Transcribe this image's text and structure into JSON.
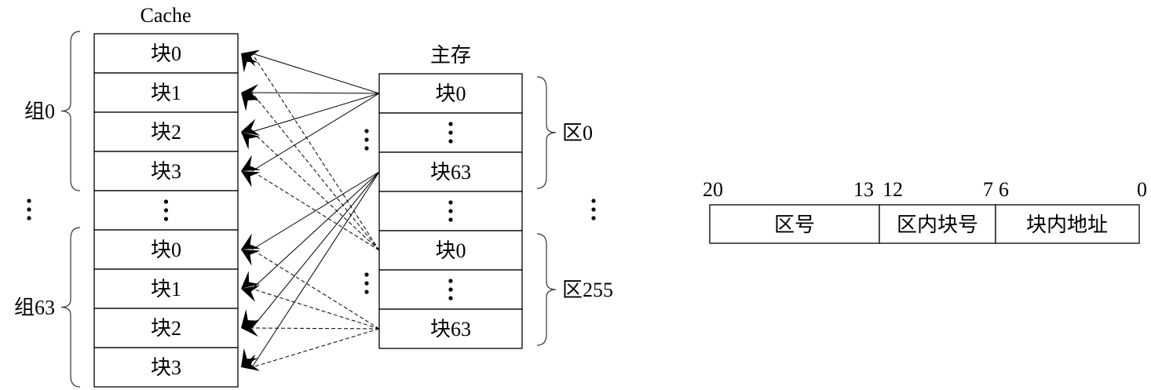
{
  "cache": {
    "title": "Cache",
    "rows": [
      "块0",
      "块1",
      "块2",
      "块3",
      "⋮",
      "块0",
      "块1",
      "块2",
      "块3"
    ],
    "groups": [
      {
        "label": "组0",
        "rows": [
          0,
          1,
          2,
          3
        ]
      },
      {
        "label": "组63",
        "rows": [
          5,
          6,
          7,
          8
        ]
      }
    ],
    "gap_marker": "⋮"
  },
  "main_memory": {
    "title": "主存",
    "rows": [
      "块0",
      "⋮",
      "块63",
      "⋮",
      "块0",
      "⋮",
      "块63"
    ],
    "areas": [
      {
        "label": "区0",
        "rows": [
          0,
          1,
          2
        ]
      },
      {
        "label": "区255",
        "rows": [
          4,
          5,
          6
        ]
      }
    ],
    "gap_marker": "⋮"
  },
  "mappings": [
    {
      "from_main_row": 0,
      "to_cache_rows": [
        0,
        1,
        2,
        3
      ],
      "style": "solid"
    },
    {
      "from_main_row": 2,
      "to_cache_rows": [
        5,
        6,
        7,
        8
      ],
      "style": "solid"
    },
    {
      "from_main_row": 4,
      "to_cache_rows": [
        0,
        1,
        2,
        3
      ],
      "style": "dashed"
    },
    {
      "from_main_row": 6,
      "to_cache_rows": [
        5,
        6,
        7,
        8
      ],
      "style": "dashed"
    }
  ],
  "address_format": {
    "fields": [
      {
        "label": "区号",
        "bit_high": "20",
        "bit_low": "13"
      },
      {
        "label": "区内块号",
        "bit_high": "12",
        "bit_low": "7"
      },
      {
        "label": "块内地址",
        "bit_high": "6",
        "bit_low": "0"
      }
    ]
  }
}
